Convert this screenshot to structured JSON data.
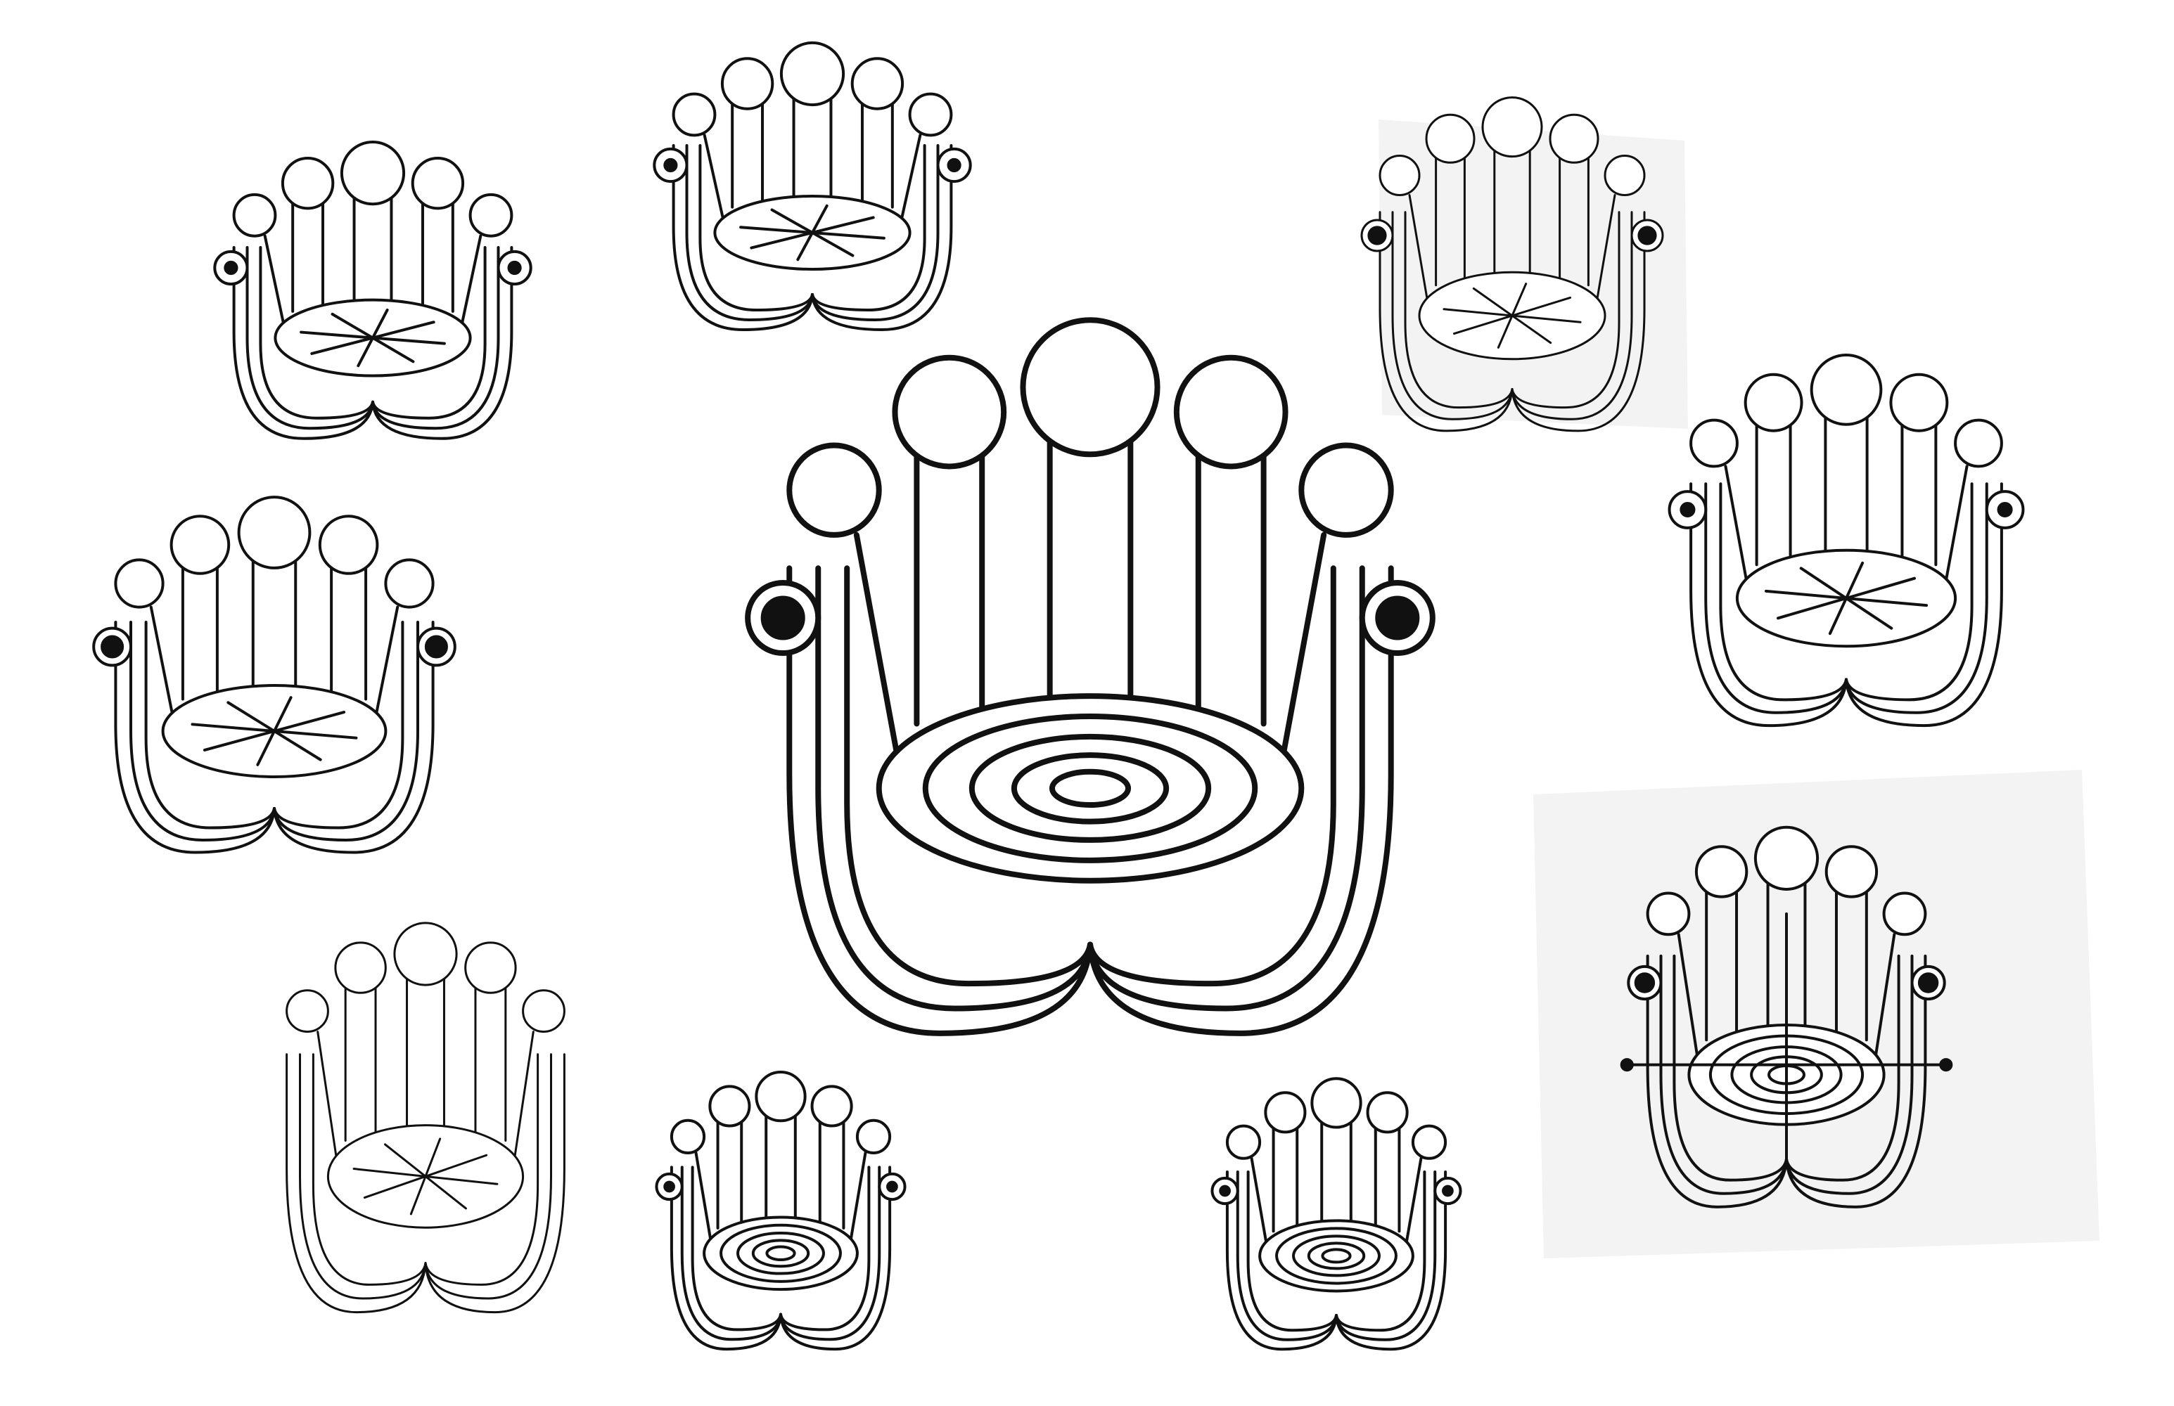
{
  "drawing": {
    "background_color": "#ffffff",
    "ink_color": "#111111",
    "paper_patch_color": "#f3f3f3",
    "sketches": [
      {
        "name": "sketch-chair-top-left",
        "outer_lobes": 5,
        "side_beads": "ringed",
        "seat_pattern": "spokes",
        "has_crossbar": false
      },
      {
        "name": "sketch-chair-top-center",
        "outer_lobes": 5,
        "side_beads": "ringed",
        "seat_pattern": "spokes",
        "has_crossbar": false
      },
      {
        "name": "sketch-chair-top-right",
        "outer_lobes": 5,
        "side_beads": "filled",
        "seat_pattern": "spokes",
        "has_crossbar": false
      },
      {
        "name": "sketch-chair-middle-left",
        "outer_lobes": 5,
        "side_beads": "filled",
        "seat_pattern": "spokes",
        "has_crossbar": false
      },
      {
        "name": "sketch-chair-center-large",
        "outer_lobes": 5,
        "side_beads": "filled",
        "seat_pattern": "concentric-rings",
        "has_crossbar": false
      },
      {
        "name": "sketch-chair-middle-right",
        "outer_lobes": 5,
        "side_beads": "ringed",
        "seat_pattern": "spokes",
        "has_crossbar": false
      },
      {
        "name": "sketch-chair-bottom-left",
        "outer_lobes": 5,
        "side_beads": "none",
        "seat_pattern": "spokes",
        "has_crossbar": false
      },
      {
        "name": "sketch-chair-bottom-center-left",
        "outer_lobes": 5,
        "side_beads": "ringed",
        "seat_pattern": "concentric-rings",
        "has_crossbar": false
      },
      {
        "name": "sketch-chair-bottom-center-right",
        "outer_lobes": 5,
        "side_beads": "ringed",
        "seat_pattern": "concentric-rings",
        "has_crossbar": false
      },
      {
        "name": "sketch-chair-bottom-right",
        "outer_lobes": 5,
        "side_beads": "filled",
        "seat_pattern": "concentric-rings",
        "has_crossbar": true
      }
    ]
  }
}
